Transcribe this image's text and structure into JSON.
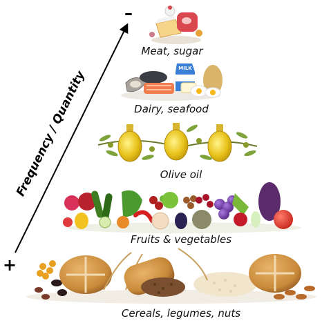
{
  "axis": {
    "label": "Frequency / Quantity",
    "top_sign": "–",
    "bottom_sign": "+"
  },
  "tiers": [
    {
      "label": "Meat, sugar",
      "icon": "meat-sugar-icon"
    },
    {
      "label": "Dairy, seafood",
      "icon": "dairy-seafood-icon"
    },
    {
      "label": "Olive oil",
      "icon": "olive-oil-icon"
    },
    {
      "label": "Fruits & vegetables",
      "icon": "fruits-vegetables-icon"
    },
    {
      "label": "Cereals, legumes, nuts",
      "icon": "cereals-legumes-nuts-icon"
    }
  ],
  "colors": {
    "arrow": "#000000",
    "oil": "#e8c21a",
    "bread": "#c98a3a",
    "meat": "#d9474f",
    "milk": "#3a7fd5",
    "leaf": "#5b8f2a"
  }
}
